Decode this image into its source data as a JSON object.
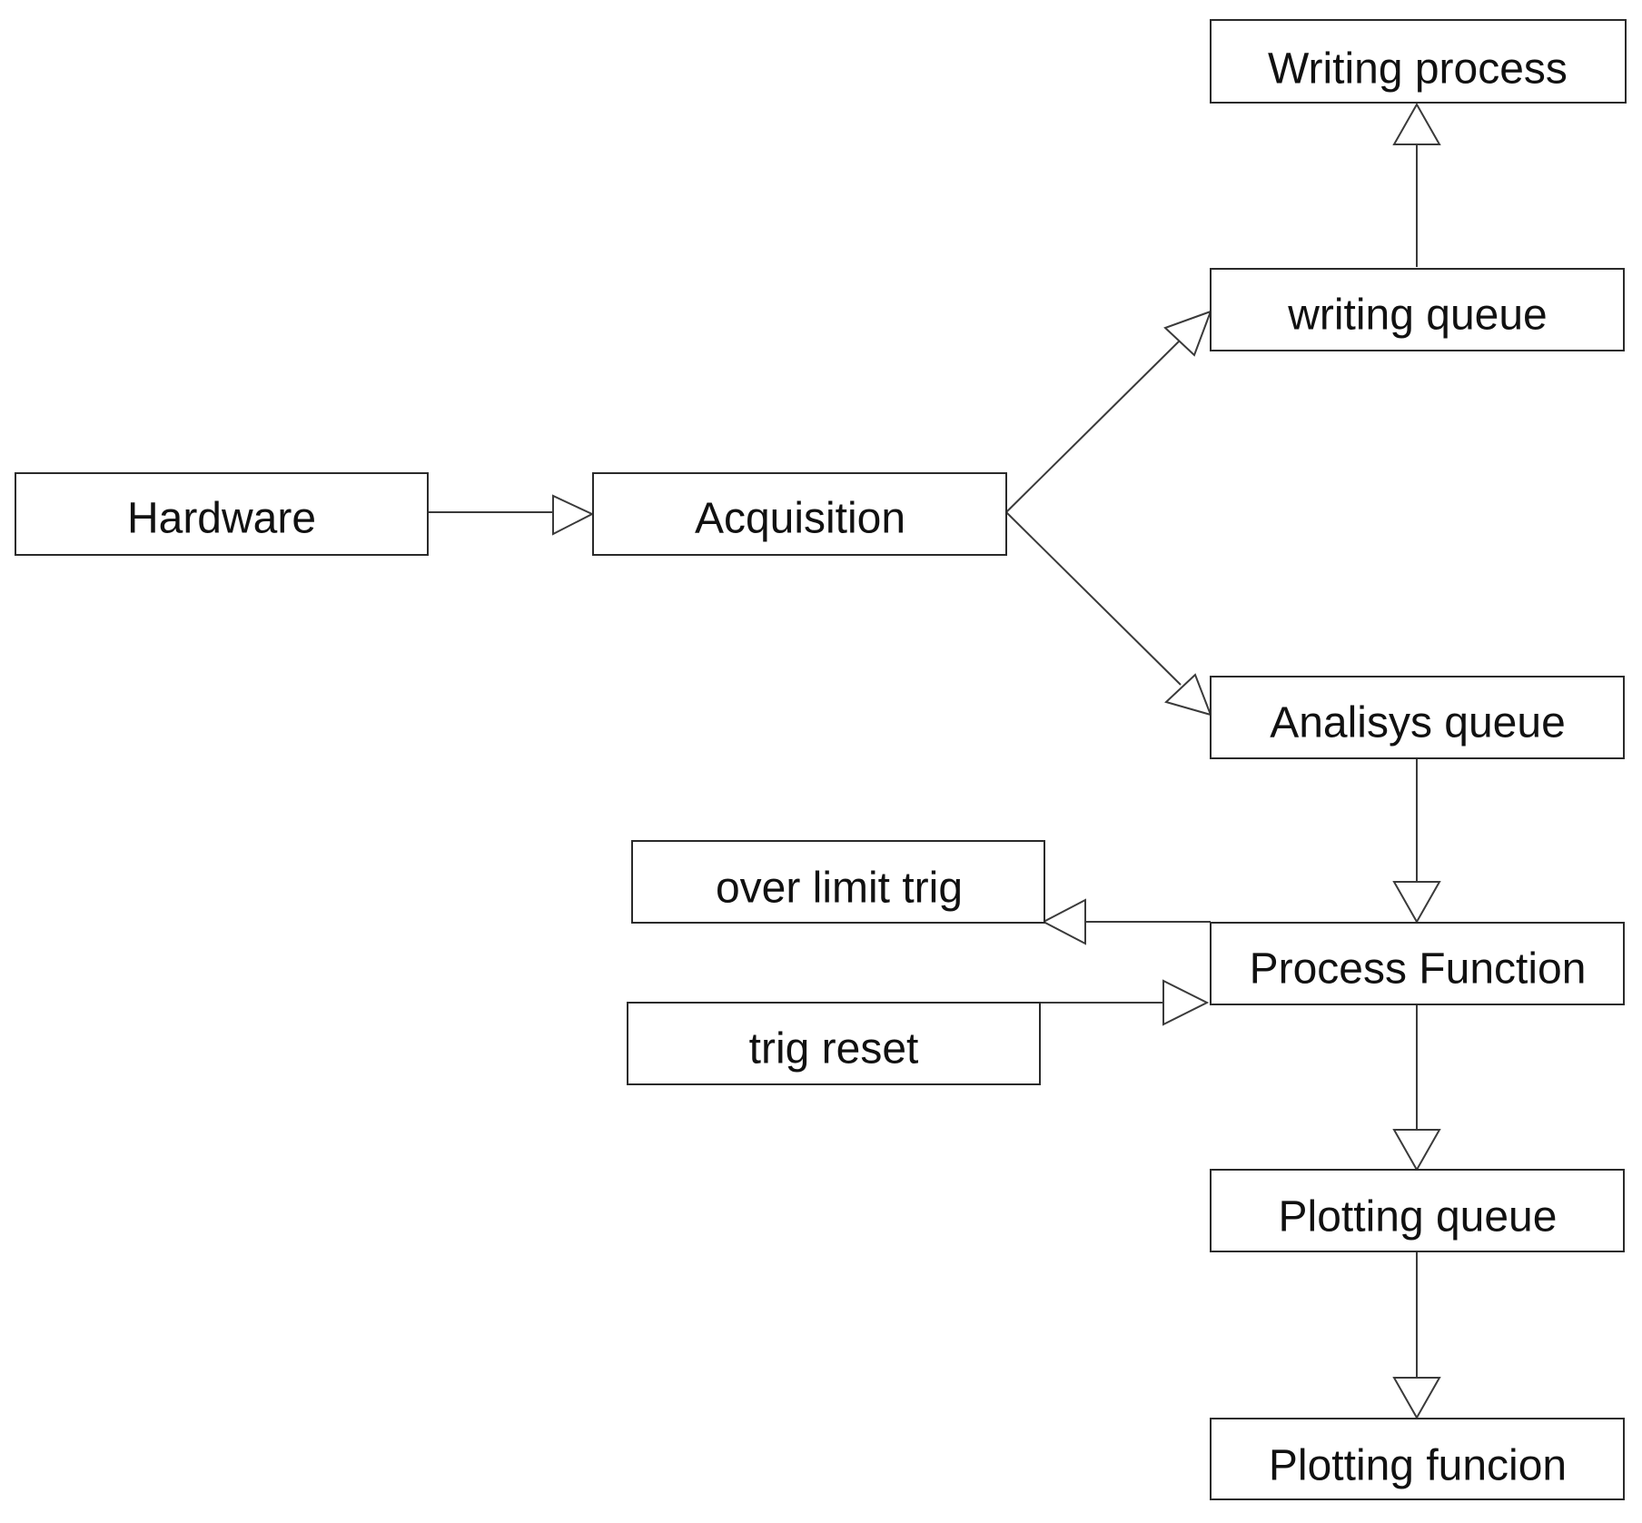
{
  "diagram": {
    "nodes": {
      "writing_process": "Writing process",
      "writing_queue": "writing queue",
      "hardware": "Hardware",
      "acquisition": "Acquisition",
      "analysis_queue": "Analisys queue",
      "over_limit_trig": "over limit trig",
      "process_function": "Process Function",
      "trig_reset": "trig reset",
      "plotting_queue": "Plotting queue",
      "plotting_function": "Plotting funcion"
    },
    "edges": [
      {
        "from": "hardware",
        "to": "acquisition"
      },
      {
        "from": "acquisition",
        "to": "writing_queue"
      },
      {
        "from": "acquisition",
        "to": "analysis_queue"
      },
      {
        "from": "writing_queue",
        "to": "writing_process"
      },
      {
        "from": "analysis_queue",
        "to": "process_function"
      },
      {
        "from": "process_function",
        "to": "over_limit_trig"
      },
      {
        "from": "trig_reset",
        "to": "process_function"
      },
      {
        "from": "process_function",
        "to": "plotting_queue"
      },
      {
        "from": "plotting_queue",
        "to": "plotting_function"
      }
    ]
  }
}
